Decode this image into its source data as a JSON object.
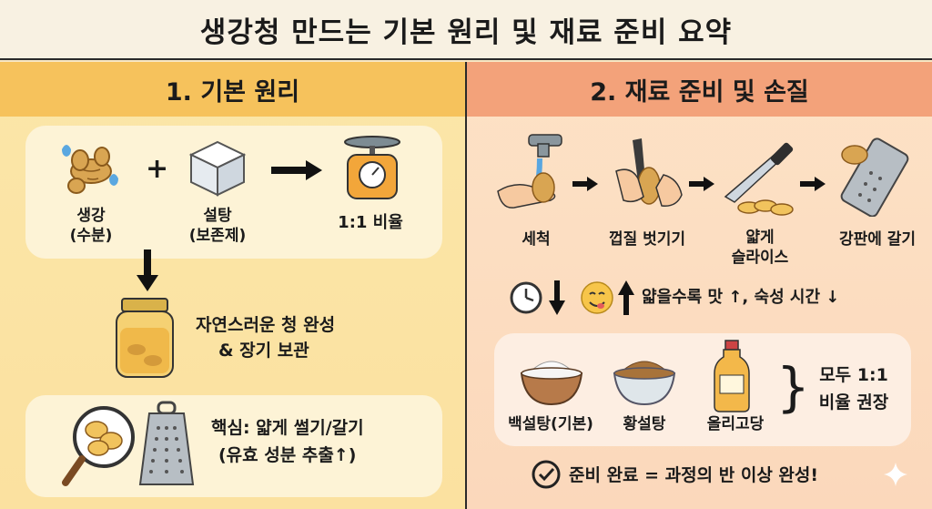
{
  "title": "생강청 만드는 기본 원리 및 재료 준비 요약",
  "left": {
    "heading": "1. 기본 원리",
    "ginger_label": "생강",
    "ginger_sub": "(수분)",
    "sugar_label": "설탕",
    "sugar_sub": "(보존제)",
    "ratio_label": "1:1 비율",
    "result_line1": "자연스러운 청 완성",
    "result_line2": "& 장기 보관",
    "tip_line1": "핵심: 얇게 썰기/갈기",
    "tip_line2": "(유효 성분 추출↑)"
  },
  "right": {
    "heading": "2. 재료 준비 및 손질",
    "steps": [
      "세척",
      "껍질 벗기기",
      "얇게",
      "슬라이스",
      "강판에 갈기"
    ],
    "thin_note": "얇을수록 맛 ↑, 숙성 시간 ↓",
    "sugars": [
      "백설탕(기본)",
      "황설탕",
      "올리고당"
    ],
    "ratio_line1": "모두 1:1",
    "ratio_line2": "비율 권장",
    "done": "준비 완료 = 과정의 반 이상 완성!"
  },
  "colors": {
    "left_band": "#f6c25c",
    "right_band": "#f3a27a",
    "left_bg": "#fbe3a4",
    "right_bg": "#fcdcc0"
  }
}
